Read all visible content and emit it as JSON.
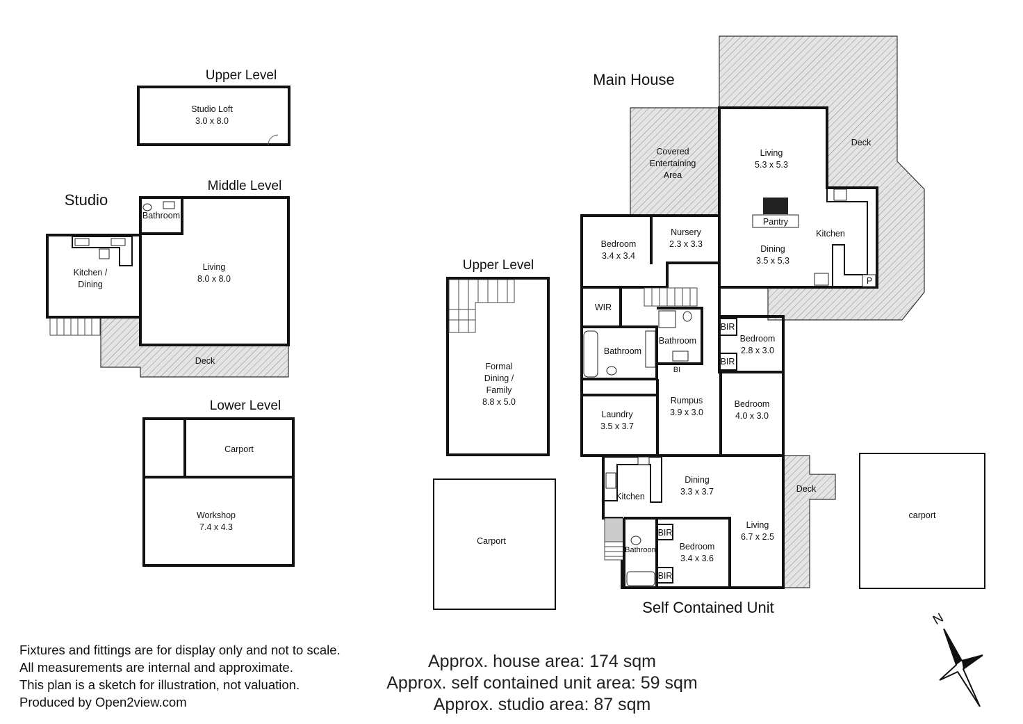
{
  "headings": {
    "studio": "Studio",
    "studio_upper": "Upper Level",
    "studio_middle": "Middle Level",
    "studio_lower": "Lower Level",
    "house_upper": "Upper Level",
    "main_house": "Main House",
    "self_contained": "Self Contained Unit"
  },
  "studio_rooms": {
    "loft_name": "Studio Loft",
    "loft_dim": "3.0 x 8.0",
    "bathroom": "Bathroom",
    "kitchen_l1": "Kitchen /",
    "kitchen_l2": "Dining",
    "living_name": "Living",
    "living_dim": "8.0 x 8.0",
    "deck": "Deck",
    "carport": "Carport",
    "workshop_name": "Workshop",
    "workshop_dim": "7.4 x 4.3"
  },
  "upper_rooms": {
    "l1": "Formal",
    "l2": "Dining /",
    "l3": "Family",
    "dim": "8.8 x 5.0",
    "carport": "Carport"
  },
  "house_rooms": {
    "covered_l1": "Covered",
    "covered_l2": "Entertaining",
    "covered_l3": "Area",
    "living_name": "Living",
    "living_dim": "5.3 x 5.3",
    "deck": "Deck",
    "pantry": "Pantry",
    "kitchen": "Kitchen",
    "dining_name": "Dining",
    "dining_dim": "3.5 x 5.3",
    "p": "P",
    "bed1_name": "Bedroom",
    "bed1_dim": "3.4 x 3.4",
    "nursery_name": "Nursery",
    "nursery_dim": "2.3 x 3.3",
    "wir": "WIR",
    "bathroom1": "Bathroom",
    "bathroom2": "Bathroom",
    "bi": "BI",
    "bir1": "BIR",
    "bir2": "BIR",
    "bed2_name": "Bedroom",
    "bed2_dim": "2.8 x 3.0",
    "bed3_name": "Bedroom",
    "bed3_dim": "4.0 x 3.0",
    "laundry_name": "Laundry",
    "laundry_dim": "3.5 x 3.7",
    "rumpus_name": "Rumpus",
    "rumpus_dim": "3.9 x 3.0"
  },
  "unit_rooms": {
    "kitchen": "Kitchen",
    "dining_name": "Dining",
    "dining_dim": "3.3 x 3.7",
    "deck": "Deck",
    "living_name": "Living",
    "living_dim": "6.7 x 2.5",
    "bir1": "BIR",
    "bir2": "BIR",
    "bathroom": "Bathroom",
    "bed_name": "Bedroom",
    "bed_dim": "3.4 x 3.6",
    "carport": "carport"
  },
  "compass": {
    "label": "N",
    "icon": "north-arrow-icon"
  },
  "disclaimer": [
    "Fixtures and fittings are for display only and not to scale.",
    "All measurements are internal and approximate.",
    "This plan is a sketch for illustration, not valuation.",
    "Produced by Open2view.com"
  ],
  "areas": [
    "Approx. house area: 174 sqm",
    "Approx. self contained unit area: 59 sqm",
    "Approx. studio area: 87 sqm"
  ]
}
